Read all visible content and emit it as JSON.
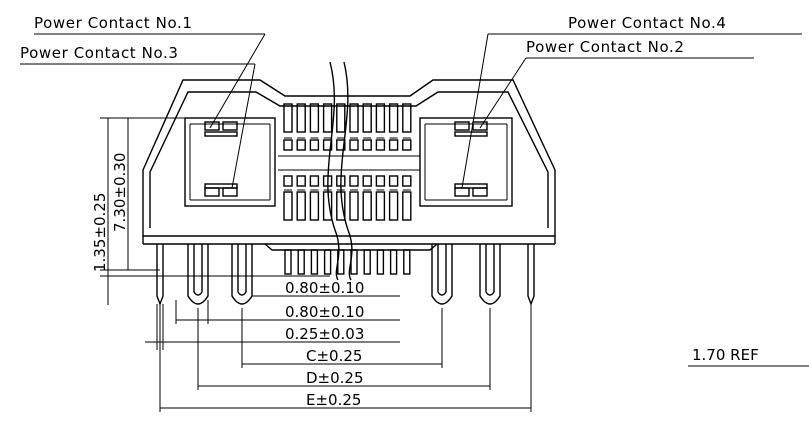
{
  "callouts": {
    "pc1": "Power Contact No.1",
    "pc3": "Power Contact No.3",
    "pc4": "Power Contact No.4",
    "pc2": "Power Contact No.2"
  },
  "dimensions": {
    "height_total": "7.30±0.30",
    "height_tail": "1.35±0.25",
    "pitch1": "0.80±0.10",
    "pitch2": "0.80±0.10",
    "width_tail": "0.25±0.03",
    "dim_c": "C±0.25",
    "dim_d": "D±0.25",
    "dim_e": "E±0.25",
    "ref": "1.70 REF"
  }
}
